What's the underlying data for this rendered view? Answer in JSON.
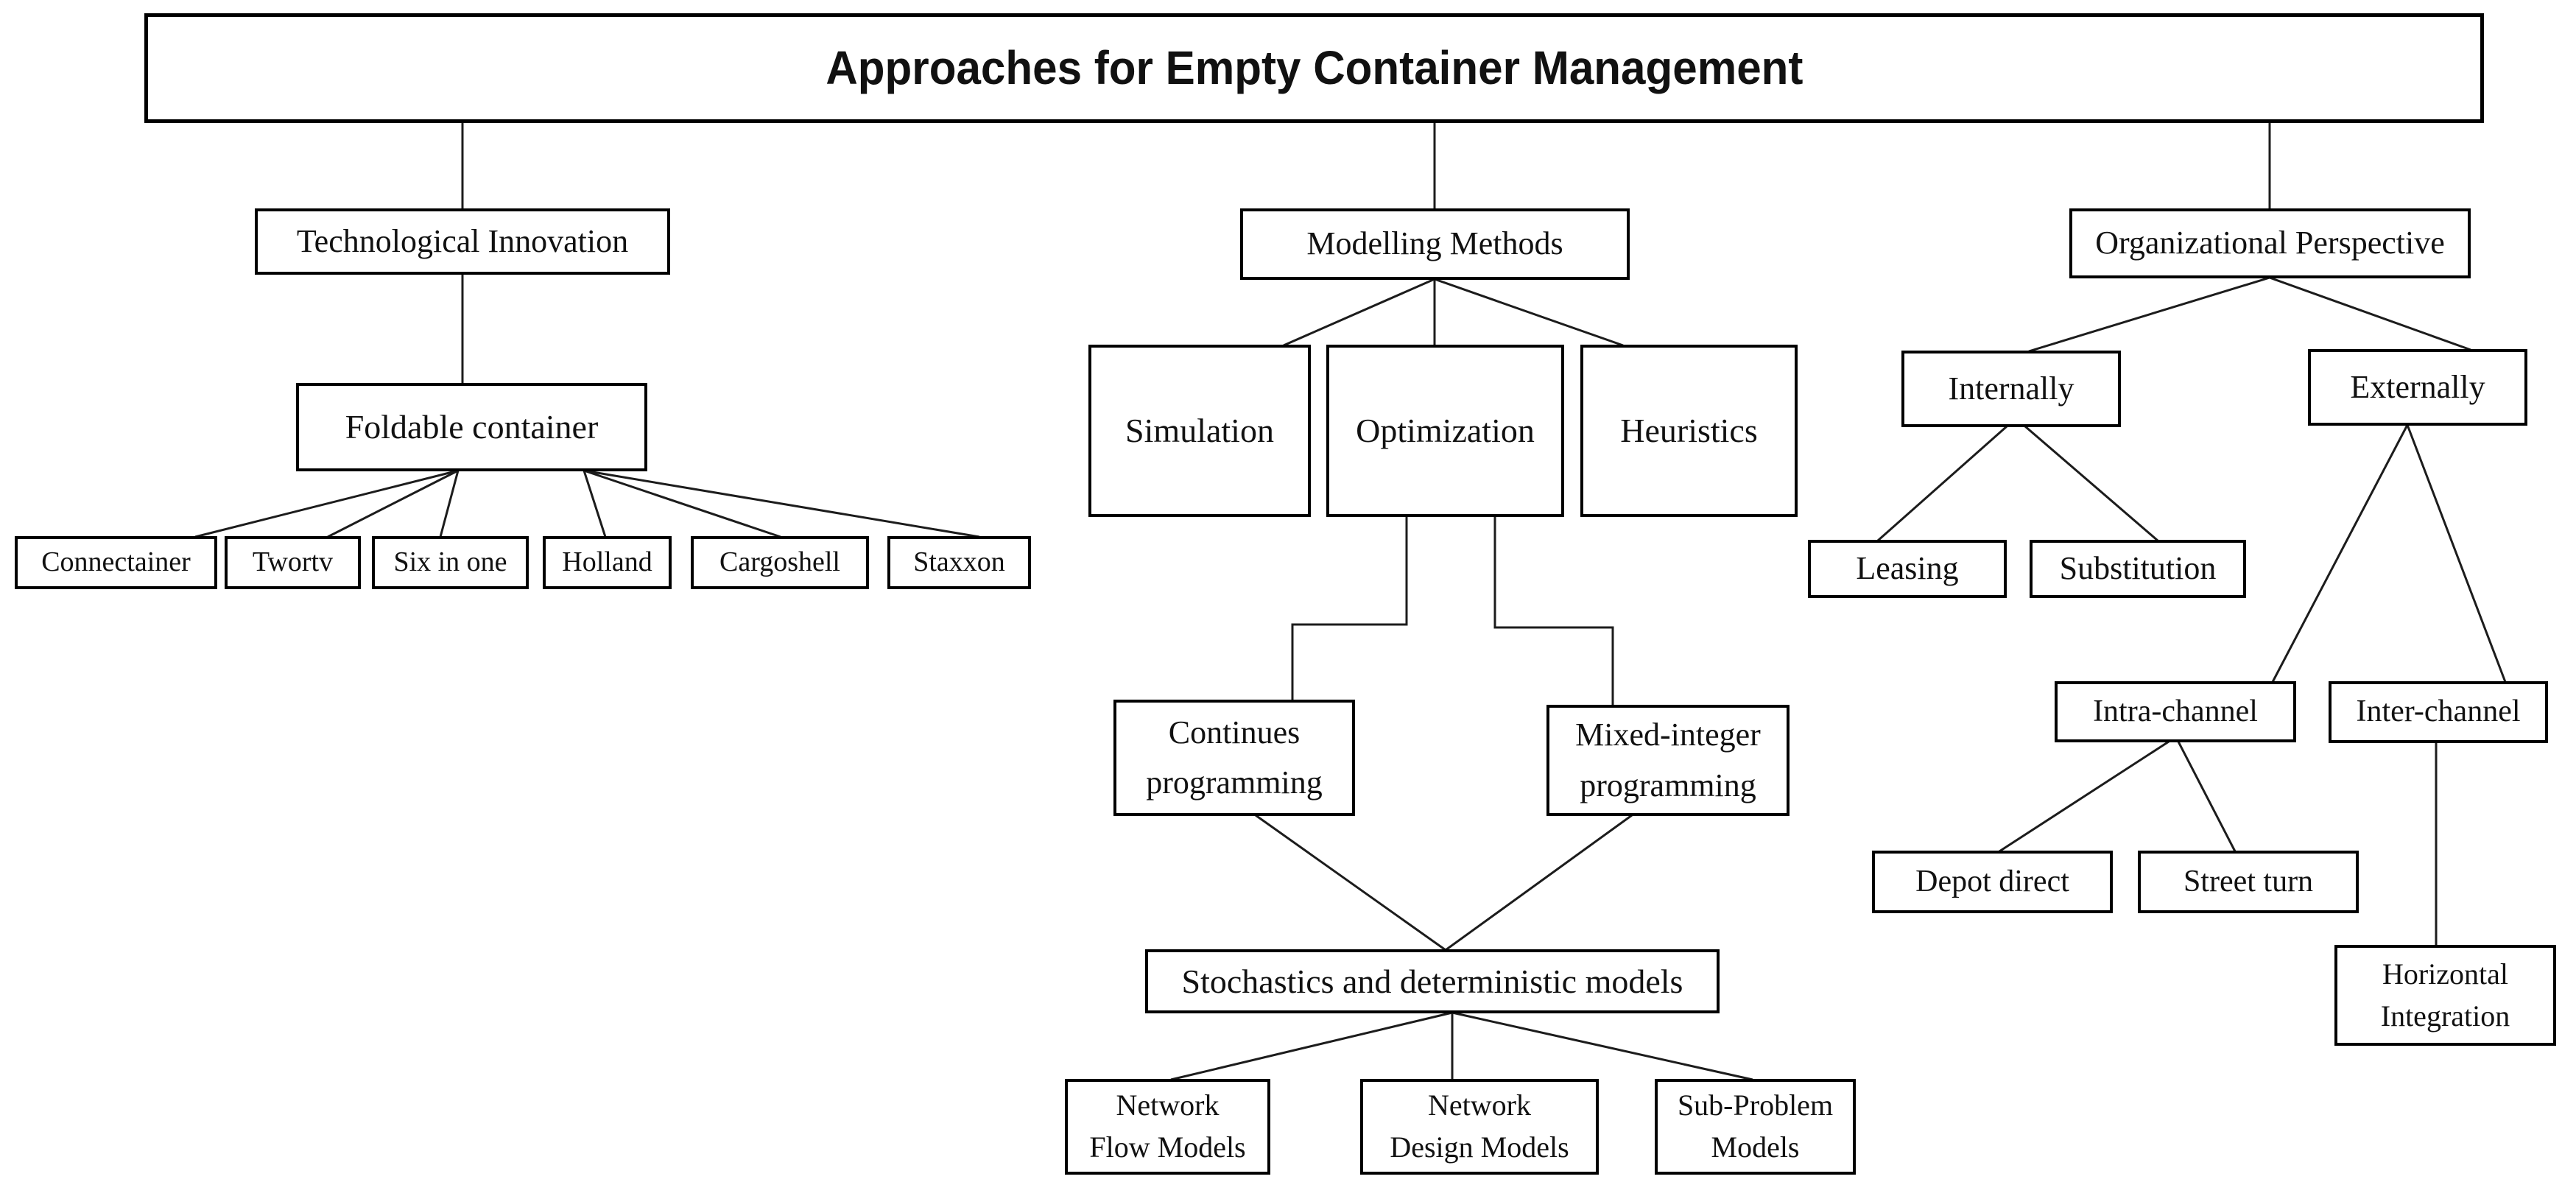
{
  "diagram_title": "Approaches for Empty Container Management",
  "colors": {
    "background": "#ffffff",
    "box_border": "#000000",
    "line": "#1c1c1c",
    "text": "#111111"
  },
  "nodes": {
    "root": {
      "label": "Approaches for Empty Container Management"
    },
    "technological_innovation": {
      "label": "Technological Innovation"
    },
    "foldable_container": {
      "label": "Foldable container"
    },
    "connectainer": {
      "label": "Connectainer"
    },
    "tworty": {
      "label": "Twortv"
    },
    "six_in_one": {
      "label": "Six in one"
    },
    "holland": {
      "label": "Holland"
    },
    "cargoshell": {
      "label": "Cargoshell"
    },
    "staxxon": {
      "label": "Staxxon"
    },
    "modelling_methods": {
      "label": "Modelling Methods"
    },
    "simulation": {
      "label": "Simulation"
    },
    "optimization": {
      "label": "Optimization"
    },
    "heuristics": {
      "label": "Heuristics"
    },
    "continues_programming": {
      "label": "Continues\nprogramming"
    },
    "mixed_integer_programming": {
      "label": "Mixed-integer\nprogramming"
    },
    "stochastics_deterministic": {
      "label": "Stochastics and deterministic models"
    },
    "network_flow_models": {
      "label": "Network\nFlow Models"
    },
    "network_design_models": {
      "label": "Network\nDesign Models"
    },
    "sub_problem_models": {
      "label": "Sub-Problem\nModels"
    },
    "organizational_perspective": {
      "label": "Organizational Perspective"
    },
    "internally": {
      "label": "Internally"
    },
    "externally": {
      "label": "Externally"
    },
    "leasing": {
      "label": "Leasing"
    },
    "substitution": {
      "label": "Substitution"
    },
    "intra_channel": {
      "label": "Intra-channel"
    },
    "inter_channel": {
      "label": "Inter-channel"
    },
    "depot_direct": {
      "label": "Depot direct"
    },
    "street_turn": {
      "label": "Street turn"
    },
    "horizontal_integration": {
      "label": "Horizontal\nIntegration"
    }
  },
  "edges": [
    {
      "from": "root",
      "to": "technological_innovation"
    },
    {
      "from": "root",
      "to": "modelling_methods"
    },
    {
      "from": "root",
      "to": "organizational_perspective"
    },
    {
      "from": "technological_innovation",
      "to": "foldable_container"
    },
    {
      "from": "foldable_container",
      "to": "connectainer"
    },
    {
      "from": "foldable_container",
      "to": "tworty"
    },
    {
      "from": "foldable_container",
      "to": "six_in_one"
    },
    {
      "from": "foldable_container",
      "to": "holland"
    },
    {
      "from": "foldable_container",
      "to": "cargoshell"
    },
    {
      "from": "foldable_container",
      "to": "staxxon"
    },
    {
      "from": "modelling_methods",
      "to": "simulation"
    },
    {
      "from": "modelling_methods",
      "to": "optimization"
    },
    {
      "from": "modelling_methods",
      "to": "heuristics"
    },
    {
      "from": "optimization",
      "to": "continues_programming"
    },
    {
      "from": "optimization",
      "to": "mixed_integer_programming"
    },
    {
      "from": "continues_programming",
      "to": "stochastics_deterministic"
    },
    {
      "from": "mixed_integer_programming",
      "to": "stochastics_deterministic"
    },
    {
      "from": "stochastics_deterministic",
      "to": "network_flow_models"
    },
    {
      "from": "stochastics_deterministic",
      "to": "network_design_models"
    },
    {
      "from": "stochastics_deterministic",
      "to": "sub_problem_models"
    },
    {
      "from": "organizational_perspective",
      "to": "internally"
    },
    {
      "from": "organizational_perspective",
      "to": "externally"
    },
    {
      "from": "internally",
      "to": "leasing"
    },
    {
      "from": "internally",
      "to": "substitution"
    },
    {
      "from": "externally",
      "to": "intra_channel"
    },
    {
      "from": "externally",
      "to": "inter_channel"
    },
    {
      "from": "intra_channel",
      "to": "depot_direct"
    },
    {
      "from": "intra_channel",
      "to": "street_turn"
    },
    {
      "from": "inter_channel",
      "to": "horizontal_integration"
    }
  ]
}
